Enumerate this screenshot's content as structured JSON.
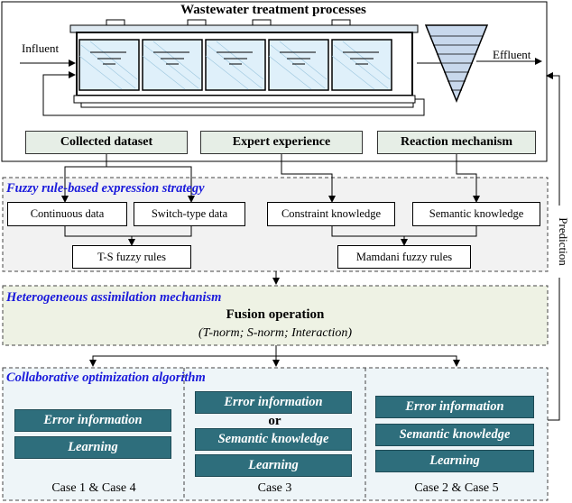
{
  "treatment": {
    "title": "Wastewater treatment processes",
    "influent": "Influent",
    "effluent": "Effluent"
  },
  "sources": {
    "collected": "Collected dataset",
    "expert": "Expert experience",
    "reaction": "Reaction mechanism"
  },
  "fuzzy": {
    "title": "Fuzzy rule-based expression strategy",
    "continuous": "Continuous data",
    "switch": "Switch-type data",
    "constraint": "Constraint knowledge",
    "semantic": "Semantic knowledge",
    "ts": "T-S fuzzy rules",
    "mamdani": "Mamdani fuzzy rules"
  },
  "hetero": {
    "title": "Heterogeneous assimilation mechanism",
    "fusion": "Fusion operation",
    "norms": "(T-norm; S-norm; Interaction)"
  },
  "collab": {
    "title": "Collaborative optimization algorithm",
    "case14": {
      "error": "Error information",
      "learning": "Learning",
      "label": "Case 1 & Case 4"
    },
    "case3": {
      "error": "Error information",
      "or": "or",
      "semantic": "Semantic knowledge",
      "learning": "Learning",
      "label": "Case 3"
    },
    "case25": {
      "error": "Error information",
      "semantic": "Semantic knowledge",
      "learning": "Learning",
      "label": "Case 2 & Case 5"
    }
  },
  "prediction": "Prediction",
  "colors": {
    "teal": "#2e6e7c",
    "section_title": "#1a1adb",
    "panel_gray": "#f2f2f2",
    "panel_green": "#eef2e4",
    "panel_blue": "#eef5f8"
  }
}
